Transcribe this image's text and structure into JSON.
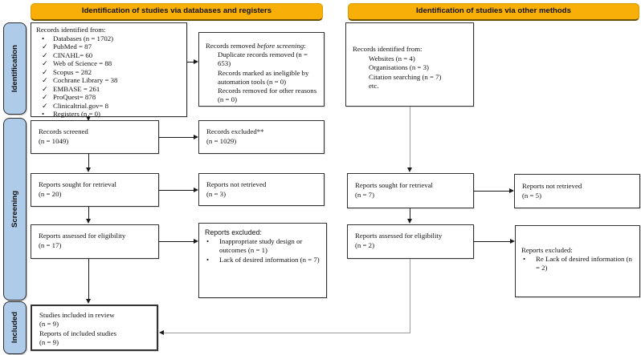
{
  "headers": {
    "databases": "Identification of studies via databases and registers",
    "other": "Identification of studies via other methods"
  },
  "sidebar": {
    "identification": "Identification",
    "screening": "Screening",
    "included": "Included"
  },
  "colors": {
    "header_bg": "#F8AF08",
    "sidebar_bg": "#AECBEA",
    "box_border": "#333333",
    "arrow": "#1A1A1A",
    "connector_gray": "#9A9A9A"
  },
  "boxes": {
    "records_identified_db": {
      "title": "Records identified from:",
      "items": [
        {
          "marker": "•",
          "text": "Databases (n = 1702)"
        },
        {
          "marker": "✓",
          "text": "PubMed = 87"
        },
        {
          "marker": "✓",
          "text": "CINAHL= 60"
        },
        {
          "marker": "✓",
          "text": "Web of Science = 88"
        },
        {
          "marker": "✓",
          "text": "Scopus = 282"
        },
        {
          "marker": "✓",
          "text": "Cochrane Library = 38"
        },
        {
          "marker": "✓",
          "text": "EMBASE = 261"
        },
        {
          "marker": "✓",
          "text": "ProQuest= 878"
        },
        {
          "marker": "✓",
          "text": "Clinicaltrial.gov= 8"
        },
        {
          "marker": "•",
          "text": "Registers (n = 0)"
        }
      ]
    },
    "records_removed": {
      "title_prefix": "Records removed ",
      "title_italic": "before screening",
      "title_suffix": ":",
      "items": [
        "Duplicate records removed (n = 653)",
        "Records marked as ineligible by automation tools (n = 0)",
        "Records removed for other reasons (n = 0)"
      ]
    },
    "records_screened": {
      "line1": "Records screened",
      "line2": "(n = 1049)"
    },
    "records_excluded": {
      "line1": "Records excluded**",
      "line2": "(n = 1029)"
    },
    "reports_sought_db": {
      "line1": "Reports sought for retrieval",
      "line2": "(n = 20)"
    },
    "reports_not_retrieved_db": {
      "line1": "Reports not retrieved",
      "line2": "(n = 3)"
    },
    "reports_assessed_db": {
      "line1": "Reports assessed for eligibility",
      "line2": "(n = 17)"
    },
    "reports_excluded_db": {
      "title": "Reports excluded:",
      "items": [
        {
          "marker": "•",
          "text": "Inappropriate study design or outcomes (n = 1)"
        },
        {
          "marker": "•",
          "text": "Lack of desired information (n = 7)"
        }
      ]
    },
    "included_studies": {
      "line1": "Studies included in review",
      "line2": "(n = 9)",
      "line3": "Reports of included studies",
      "line4": "(n = 9)"
    },
    "records_identified_other": {
      "title": "Records identified from:",
      "items": [
        "Websites (n = 4)",
        "Organisations (n = 3)",
        "Citation searching (n = 7)",
        "etc."
      ]
    },
    "reports_sought_other": {
      "line1": "Reports sought for retrieval",
      "line2": "(n = 7)"
    },
    "reports_not_retrieved_other": {
      "line1": "Reports not retrieved",
      "line2": "(n = 5)"
    },
    "reports_assessed_other": {
      "line1": "Reports assessed for eligibility",
      "line2": "(n = 2)"
    },
    "reports_excluded_other": {
      "title": "Reports excluded:",
      "items": [
        {
          "marker": "•",
          "text": "Re Lack of desired information (n = 2)"
        }
      ]
    }
  }
}
